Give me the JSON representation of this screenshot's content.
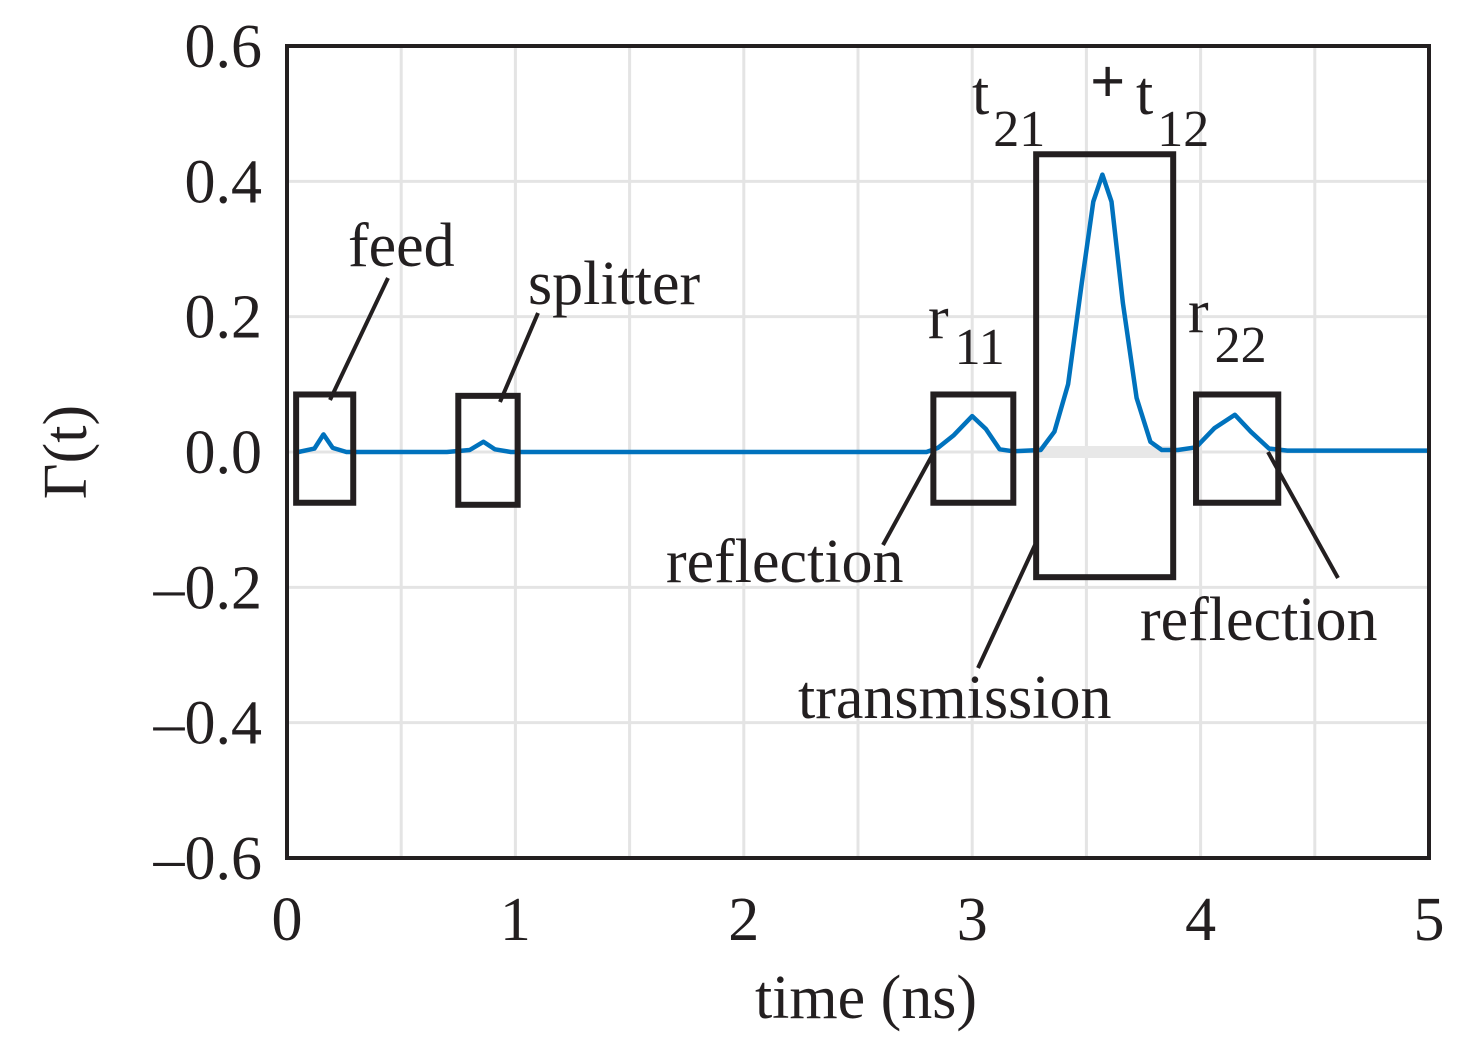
{
  "chart_data": {
    "type": "line",
    "title": "",
    "xlabel": "time (ns)",
    "ylabel": "Γ(t)",
    "xlim": [
      0,
      5
    ],
    "ylim": [
      -0.6,
      0.6
    ],
    "xticks": [
      0,
      1,
      2,
      3,
      4,
      5
    ],
    "xtick_labels": [
      "0",
      "1",
      "2",
      "3",
      "4",
      "5"
    ],
    "yticks": [
      0.6,
      0.4,
      0.2,
      0.0,
      -0.2,
      -0.4,
      -0.6
    ],
    "ytick_labels": [
      "0.6",
      "0.4",
      "0.2",
      "0.0",
      "–0.2",
      "–0.4",
      "–0.6"
    ],
    "grid": true,
    "line_color": "#0072bd",
    "series": [
      {
        "x": [
          0.05,
          0.12,
          0.16,
          0.2,
          0.26,
          0.7,
          0.8,
          0.86,
          0.91,
          0.98,
          2.8,
          2.85,
          2.92,
          3.0,
          3.06,
          3.12,
          3.18,
          3.3,
          3.36,
          3.42,
          3.48,
          3.53,
          3.57,
          3.61,
          3.66,
          3.72,
          3.78,
          3.83,
          3.9,
          3.98,
          4.06,
          4.15,
          4.22,
          4.3,
          4.38,
          5.0
        ],
        "y": [
          0.0,
          0.005,
          0.026,
          0.006,
          0.0,
          0.0,
          0.003,
          0.015,
          0.004,
          0.0,
          0.0,
          0.006,
          0.025,
          0.053,
          0.034,
          0.004,
          0.001,
          0.003,
          0.03,
          0.1,
          0.25,
          0.37,
          0.41,
          0.37,
          0.22,
          0.08,
          0.015,
          0.003,
          0.003,
          0.007,
          0.035,
          0.055,
          0.03,
          0.005,
          0.002,
          0.002
        ]
      }
    ],
    "annotations": [
      {
        "label": "feed"
      },
      {
        "label": "splitter"
      },
      {
        "label": "r",
        "sub": "11"
      },
      {
        "label": "t",
        "sub": "21",
        "joiner": "+",
        "label2": "t",
        "sub2": "12"
      },
      {
        "label": "r",
        "sub": "22"
      },
      {
        "label": "reflection"
      },
      {
        "label": "transmission"
      },
      {
        "label": "reflection"
      }
    ],
    "boxes": [
      {
        "name": "feed",
        "x": [
          0.04,
          0.29
        ],
        "y": [
          -0.075,
          0.085
        ]
      },
      {
        "name": "splitter",
        "x": [
          0.75,
          1.01
        ],
        "y": [
          -0.078,
          0.083
        ]
      },
      {
        "name": "r11",
        "x": [
          2.83,
          3.18
        ],
        "y": [
          -0.075,
          0.085
        ]
      },
      {
        "name": "t21+t12",
        "x": [
          3.28,
          3.88
        ],
        "y": [
          -0.185,
          0.44
        ]
      },
      {
        "name": "r22",
        "x": [
          3.98,
          4.34
        ],
        "y": [
          -0.075,
          0.085
        ]
      }
    ]
  }
}
